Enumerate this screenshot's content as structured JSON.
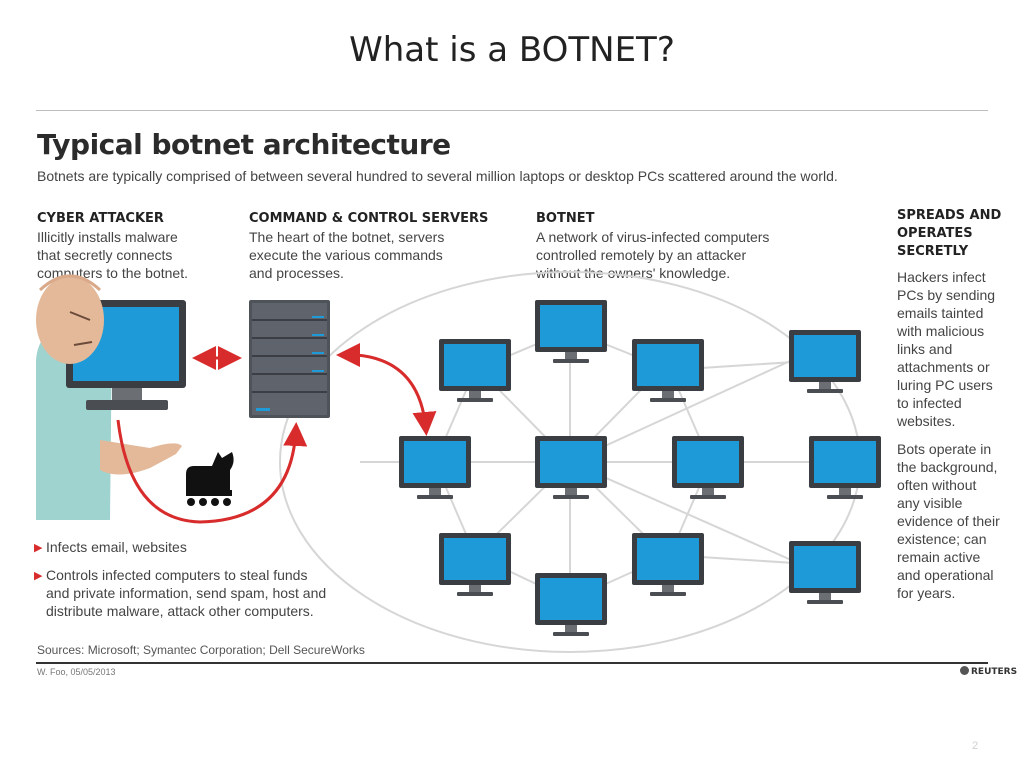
{
  "slide": {
    "title": "What is a BOTNET?",
    "page_number": "2"
  },
  "infographic": {
    "title": "Typical botnet architecture",
    "subtitle": "Botnets are typically comprised of between several hundred to several million laptops or desktop PCs scattered around the world.",
    "attacker": {
      "heading": "CYBER ATTACKER",
      "lines": [
        "Illicitly installs malware",
        "that secretly connects",
        "computers to the botnet."
      ]
    },
    "servers": {
      "heading": "COMMAND & CONTROL SERVERS",
      "lines": [
        "The heart of the botnet, servers",
        "execute the various commands",
        "and processes."
      ]
    },
    "botnet": {
      "heading": "BOTNET",
      "lines": [
        "A network of virus-infected computers",
        "controlled remotely by an attacker",
        "without the owners' knowledge."
      ]
    },
    "spreads": {
      "heading_lines": [
        "SPREADS AND",
        "OPERATES",
        "SECRETLY"
      ],
      "para1": [
        "Hackers infect",
        "PCs by sending",
        "emails tainted",
        "with malicious",
        "links and",
        "attachments or",
        "luring PC users",
        "to infected",
        "websites."
      ],
      "para2": [
        "Bots operate in",
        "the background,",
        "often without",
        "any visible",
        "evidence of their",
        "existence; can",
        "remain active",
        "and operational",
        "for years."
      ]
    },
    "bullets": [
      [
        "Infects email, websites"
      ],
      [
        "Controls infected computers to steal funds",
        "and private information, send spam, host and",
        "distribute malware, attack other computers."
      ]
    ],
    "sources": "Sources: Microsoft; Symantec Corporation; Dell SecureWorks",
    "credit": "W. Foo, 05/05/2013",
    "logo": "REUTERS"
  },
  "colors": {
    "accent_red": "#d82b2b",
    "screen_blue": "#1f9ad8",
    "monitor_dark": "#3a3d42",
    "network_line": "#d0d0d0"
  },
  "icons": [
    "attacker-figure-icon",
    "server-rack-icon",
    "trojan-horse-icon",
    "monitor-icon"
  ]
}
